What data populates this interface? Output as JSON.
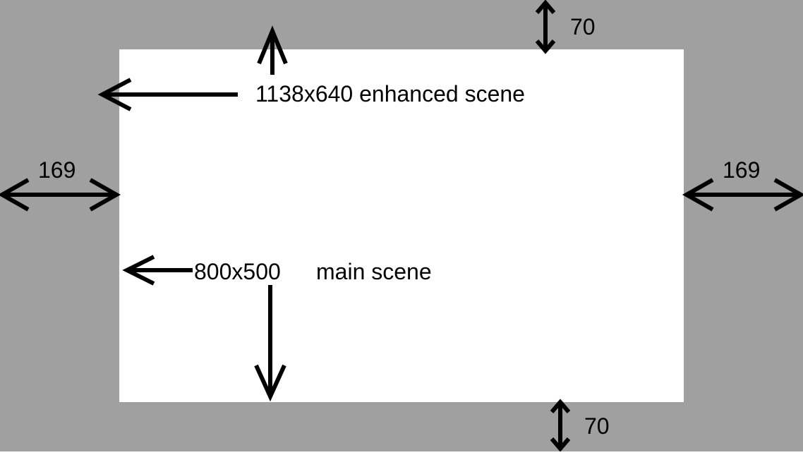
{
  "diagram": {
    "enhanced_scene_label": "1138x640 enhanced scene",
    "main_scene_size": "800x500",
    "main_scene_name": "main scene",
    "top_margin": "70",
    "bottom_margin": "70",
    "left_margin": "169",
    "right_margin": "169"
  },
  "colors": {
    "background": "#a0a0a0",
    "scene": "#ffffff",
    "arrow": "#000000"
  }
}
